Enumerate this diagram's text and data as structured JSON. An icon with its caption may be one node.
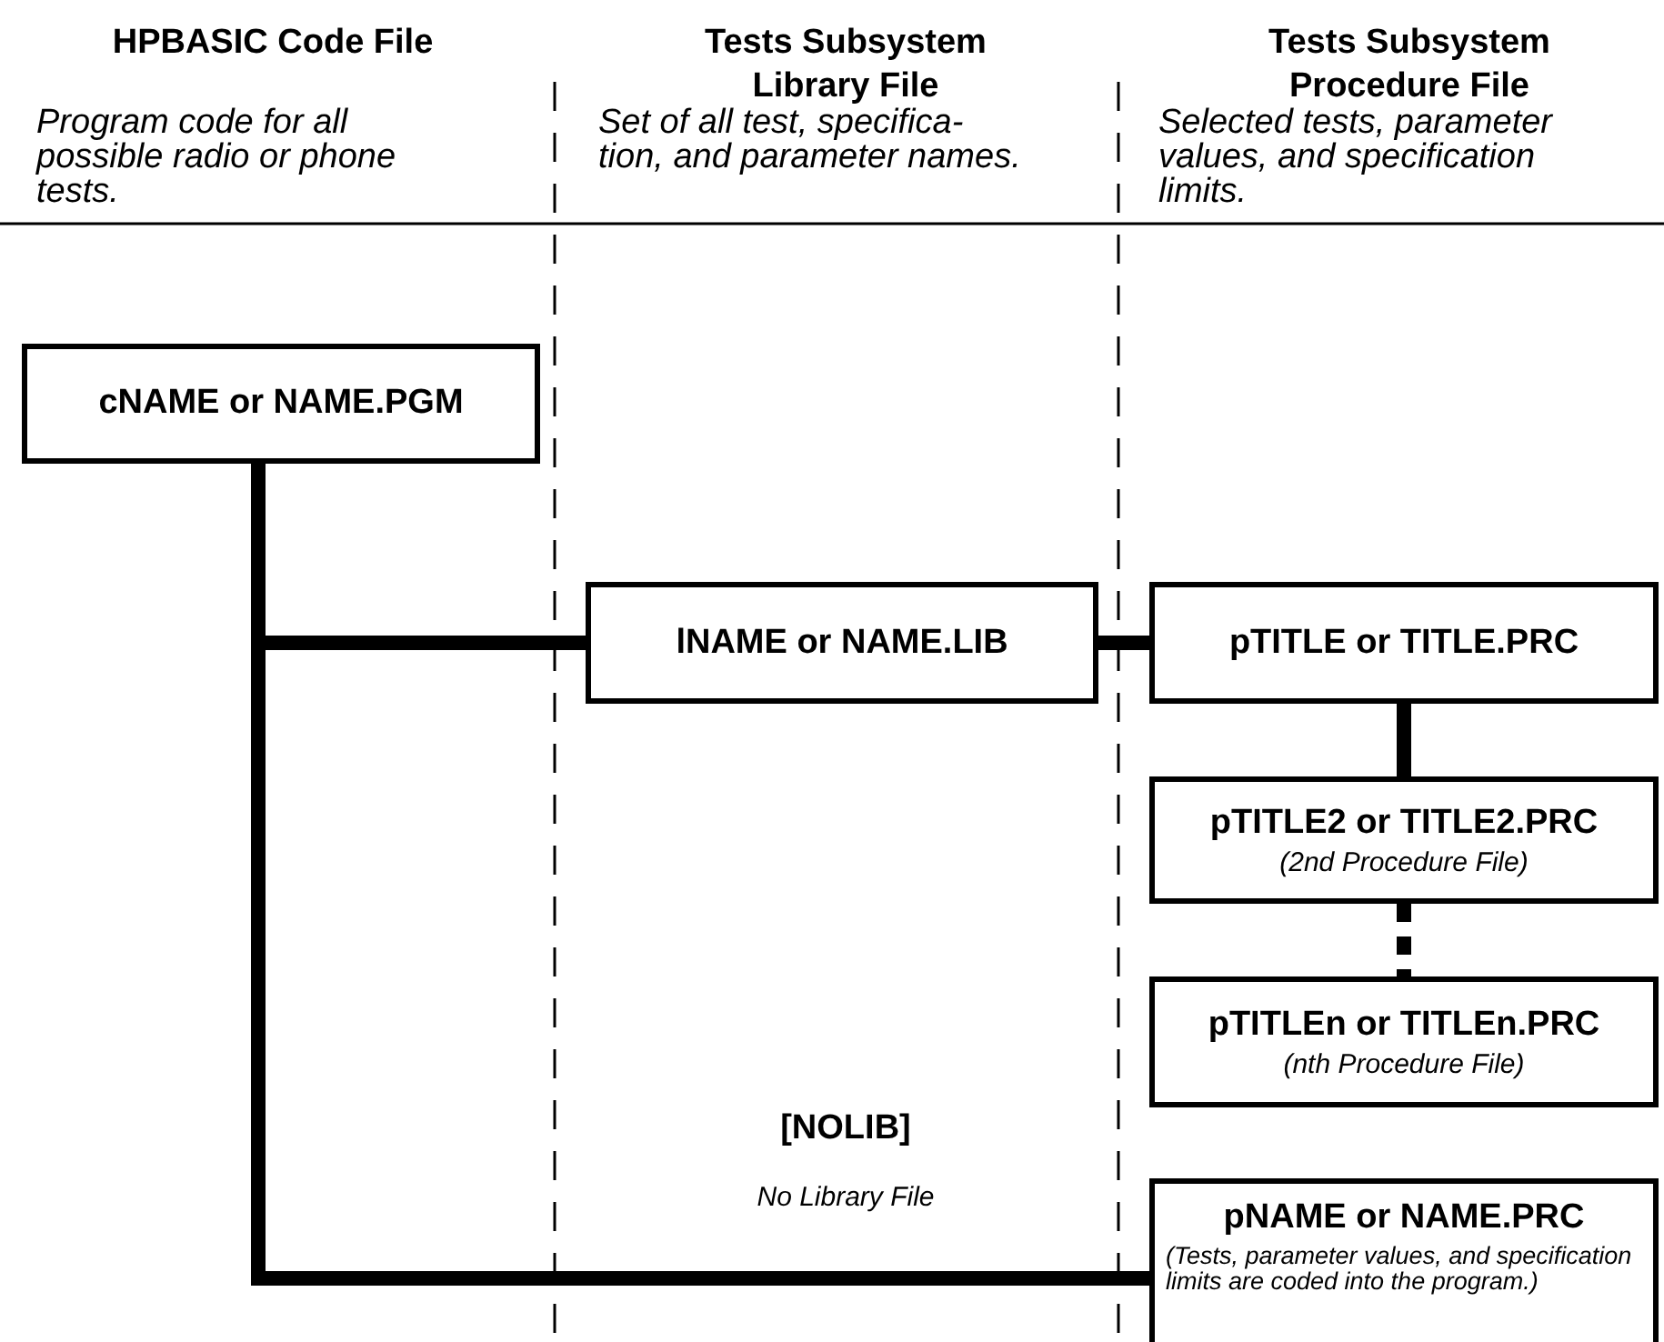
{
  "diagram": {
    "nodes": [
      {
        "text": [
          "cNAME or NAME.PGM"
        ]
      },
      {
        "text": [
          "lNAME or NAME.LIB"
        ]
      },
      {
        "text": [
          "pTITLE or TITLE.PRC"
        ]
      },
      {
        "text": [
          "pTITLE2 or TITLE2.PRC",
          "(2nd Procedure File)"
        ]
      },
      {
        "text": [
          "pTITLEn or TITLEn.PRC",
          "(nth Procedure File)"
        ]
      },
      {
        "text": [
          "pNAME or NAME.PRC",
          "(Tests, parameter values, and specification limits are coded into the program.)"
        ]
      }
    ],
    "edges": [
      {
        "from": 0,
        "to": 1,
        "arrow": "none"
      },
      {
        "from": 1,
        "to": 2,
        "arrow": "none"
      },
      {
        "from": 2,
        "to": 3,
        "arrow": "none"
      },
      {
        "from": 3,
        "to": 4,
        "arrow": "none",
        "style": "dashed"
      },
      {
        "from": 0,
        "to": 5,
        "arrow": "none"
      }
    ],
    "labels": [
      "HPBASIC Code File",
      "Tests Subsystem Library File",
      "Tests Subsystem Procedure File",
      "Program code for all possible radio or phone tests.",
      "Set of all test, specifica- tion, and parameter names.",
      "Selected tests, parameter values, and specification limits.",
      "[NOLIB]",
      "No Library File"
    ]
  }
}
